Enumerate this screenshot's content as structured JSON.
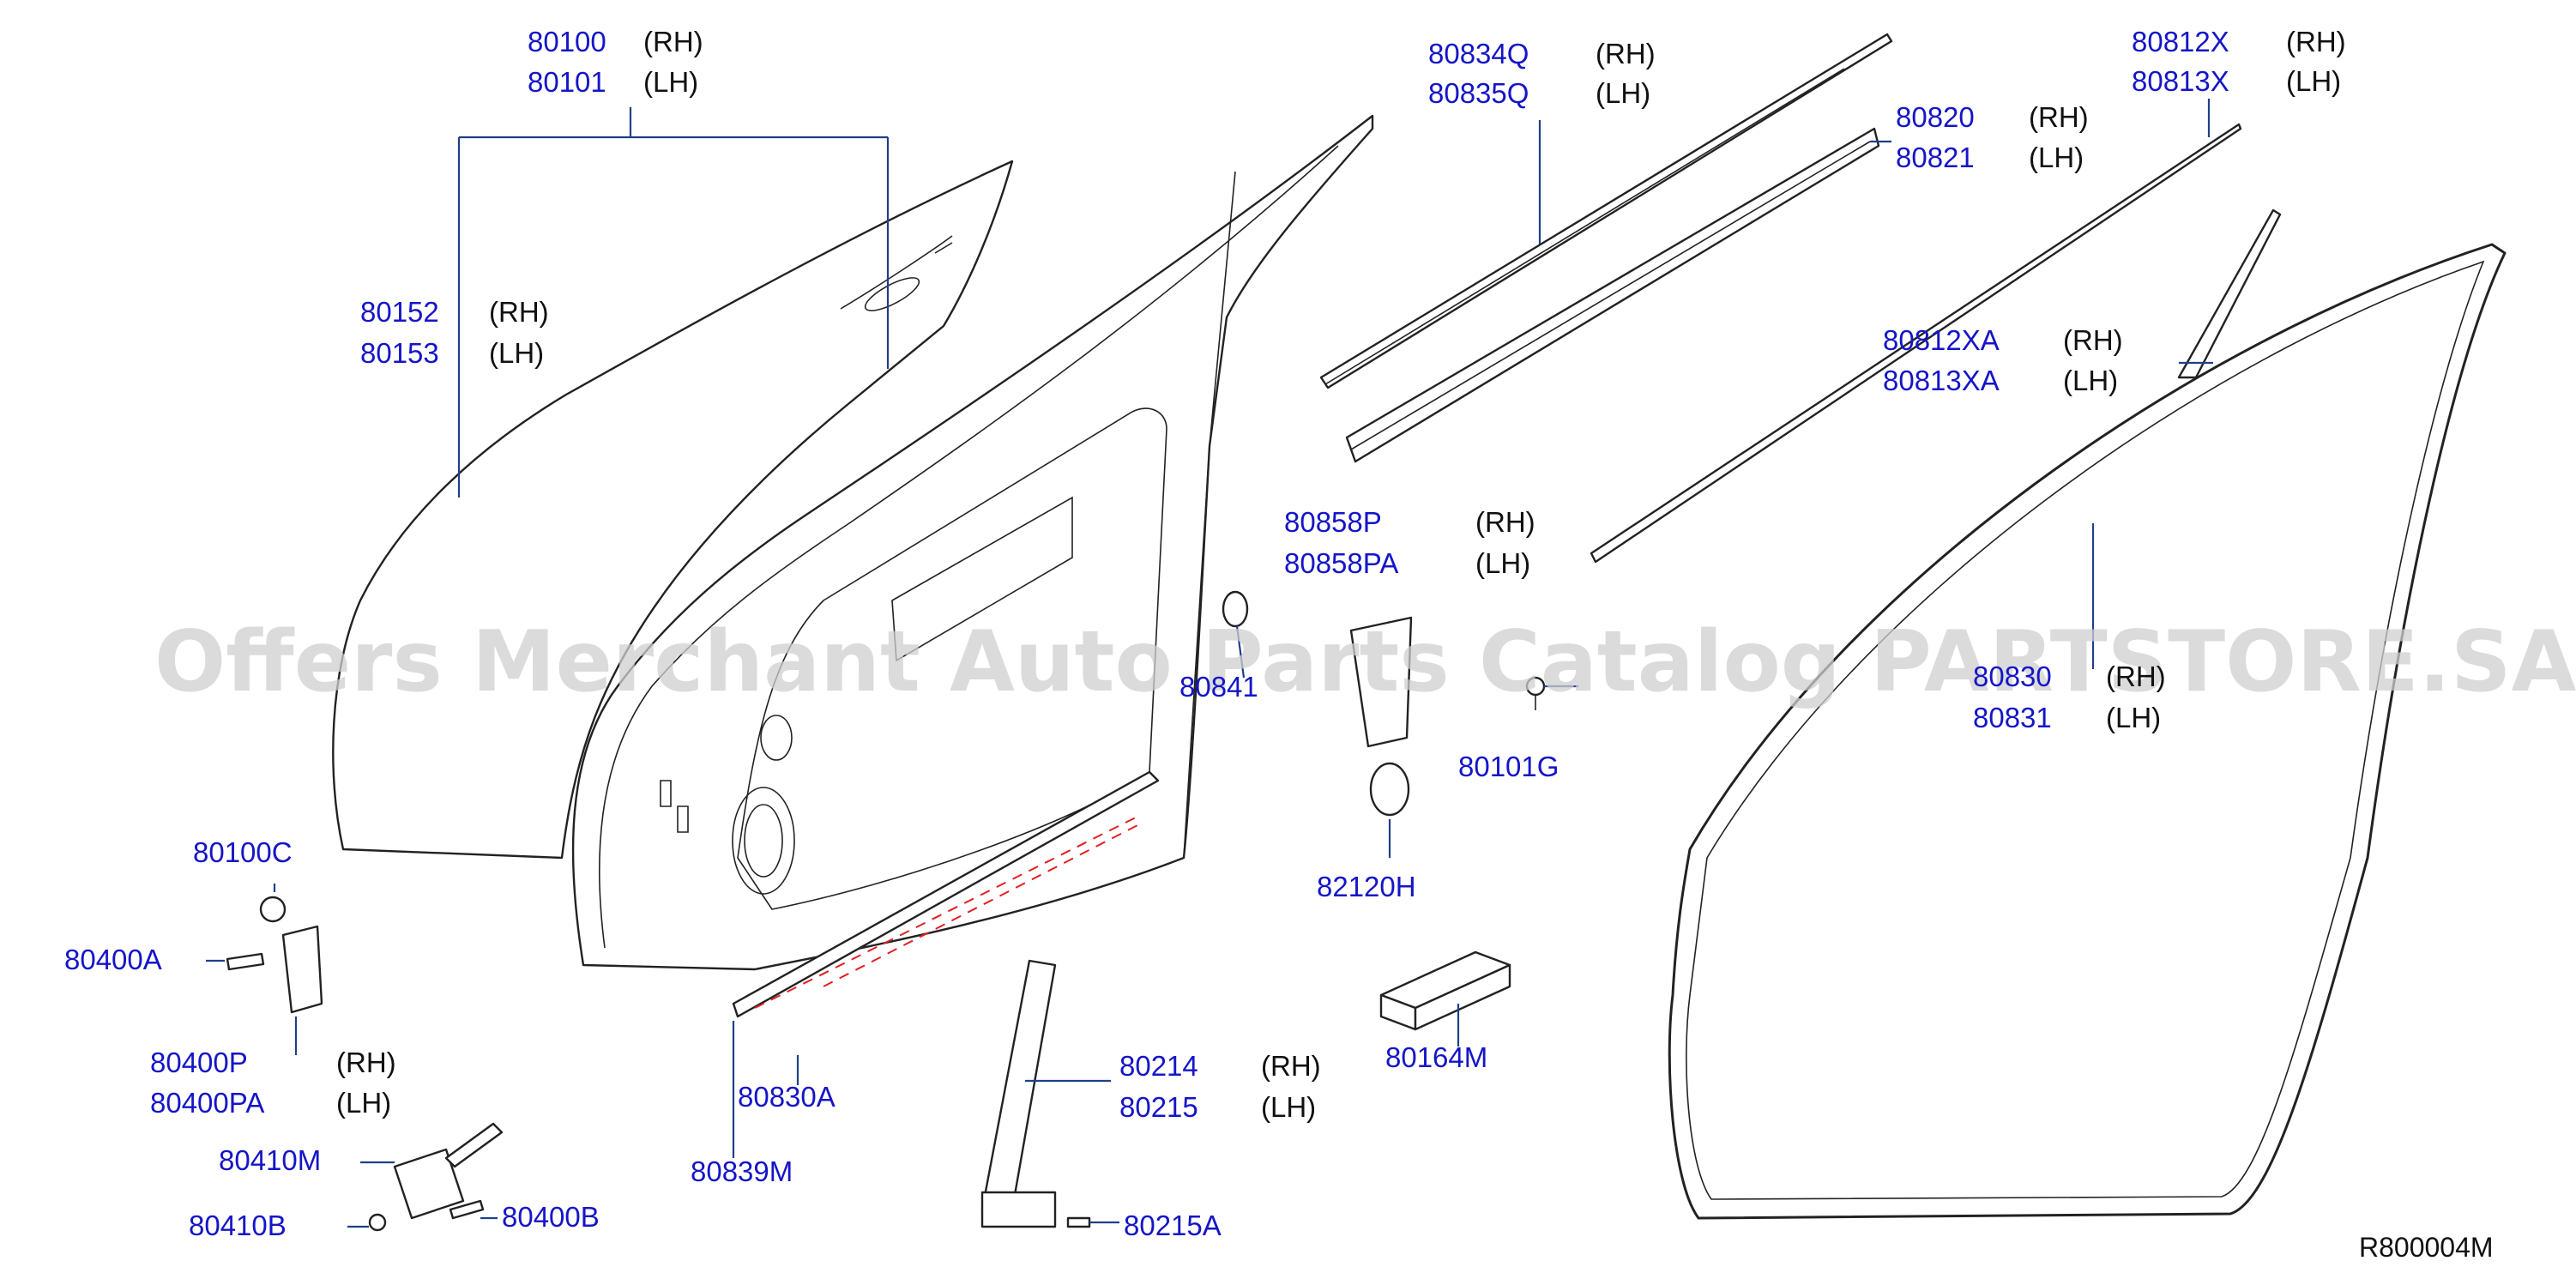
{
  "watermark": "Offers Merchant Auto Parts Catalog PARTSTORE.SA",
  "diagram_code": "R800004M",
  "colors": {
    "part_number": "#1515c8",
    "side_text": "#111111",
    "leader_line": "#1f3f8a",
    "dashed_guide": "#e02020",
    "watermark": "#cfcfcf"
  },
  "parts": {
    "p80100": "80100",
    "p80100_side": "(RH)",
    "p80101": "80101",
    "p80101_side": "(LH)",
    "p80152": "80152",
    "p80152_side": "(RH)",
    "p80153": "80153",
    "p80153_side": "(LH)",
    "p80834q": "80834Q",
    "p80834q_side": "(RH)",
    "p80835q": "80835Q",
    "p80835q_side": "(LH)",
    "p80820": "80820",
    "p80820_side": "(RH)",
    "p80821": "80821",
    "p80821_side": "(LH)",
    "p80812x": "80812X",
    "p80812x_side": "(RH)",
    "p80813x": "80813X",
    "p80813x_side": "(LH)",
    "p80812xa": "80812XA",
    "p80812xa_side": "(RH)",
    "p80813xa": "80813XA",
    "p80813xa_side": "(LH)",
    "p80858p": "80858P",
    "p80858p_side": "(RH)",
    "p80858pa": "80858PA",
    "p80858pa_side": "(LH)",
    "p80830": "80830",
    "p80830_side": "(RH)",
    "p80831": "80831",
    "p80831_side": "(LH)",
    "p80841": "80841",
    "p80101g": "80101G",
    "p82120h": "82120H",
    "p80164m": "80164M",
    "p80100c": "80100C",
    "p80400a": "80400A",
    "p80400p": "80400P",
    "p80400p_side": "(RH)",
    "p80400pa": "80400PA",
    "p80400pa_side": "(LH)",
    "p80410m": "80410M",
    "p80410b": "80410B",
    "p80400b": "80400B",
    "p80830a": "80830A",
    "p80839m": "80839M",
    "p80214": "80214",
    "p80214_side": "(RH)",
    "p80215": "80215",
    "p80215_side": "(LH)",
    "p80215a": "80215A"
  }
}
